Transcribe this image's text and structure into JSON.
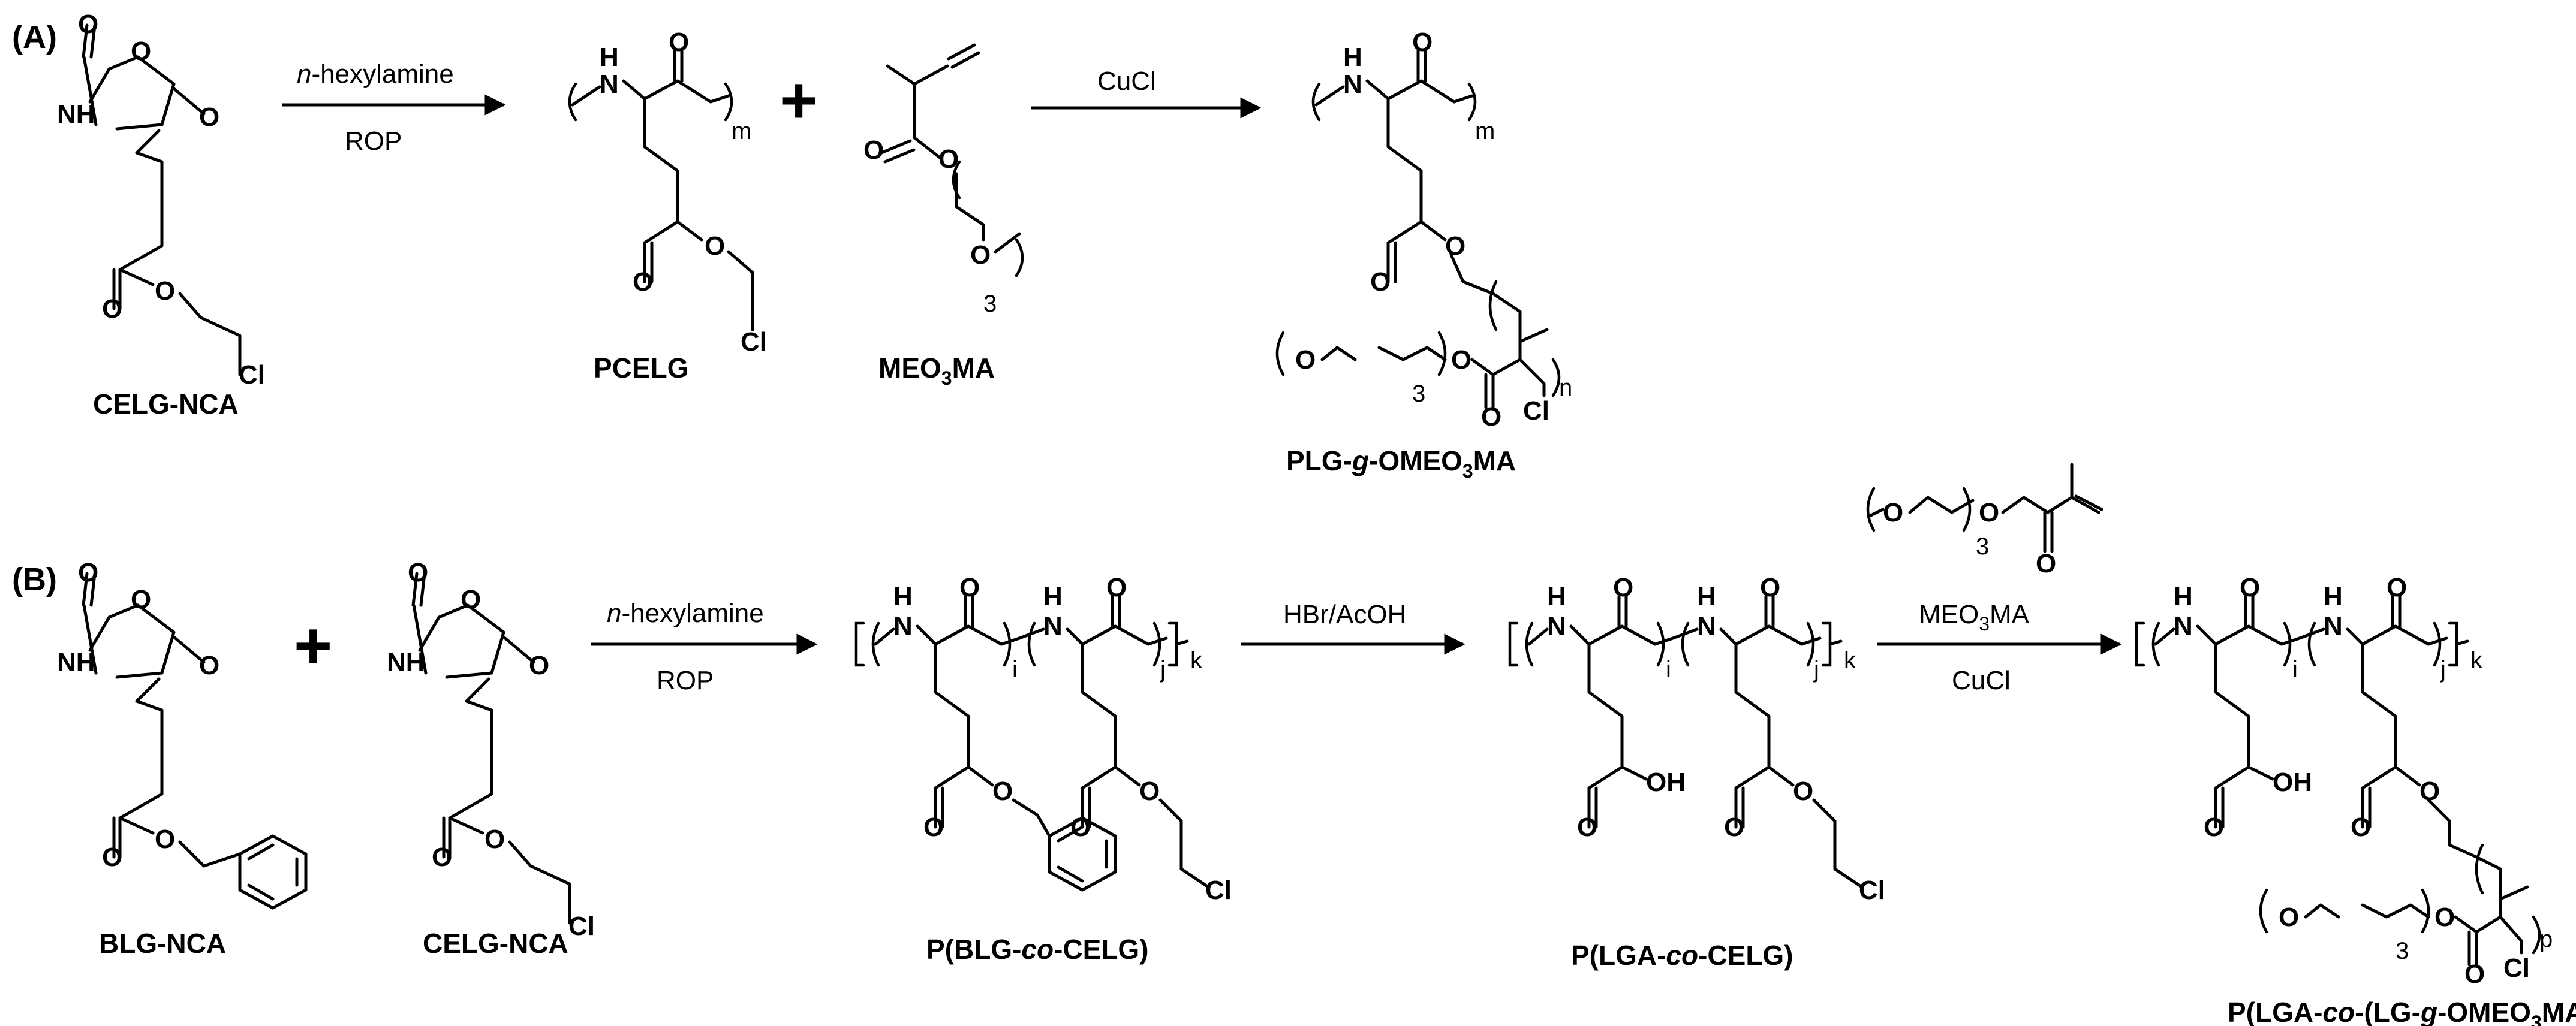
{
  "panels": {
    "a": "(A)",
    "b": "(B)"
  },
  "atoms": {
    "O": "O",
    "NH": "NH",
    "HN": "HN",
    "H": "H",
    "N": "N",
    "Cl": "Cl",
    "OH": "OH"
  },
  "repeat_subscripts": {
    "m": "m",
    "n": "n",
    "i": "i",
    "j": "j",
    "k": "k",
    "p": "p",
    "three": "3"
  },
  "plus_sign": "+",
  "scheme_a": {
    "monomer_label": "CELG-NCA",
    "arrow1": {
      "above_italic": "n",
      "above_rest": "-hexylamine",
      "below": "ROP"
    },
    "polymer_label": "PCELG",
    "comonomer_label": {
      "prefix": "MEO",
      "sub": "3",
      "suffix": "MA"
    },
    "arrow2": {
      "above": "CuCl"
    },
    "product_label": {
      "prefix": "PLG-",
      "italic": "g",
      "mid": "-OMEO",
      "sub": "3",
      "suffix": "MA"
    }
  },
  "scheme_b": {
    "monomer1_label": "BLG-NCA",
    "monomer2_label": "CELG-NCA",
    "arrow1": {
      "above_italic": "n",
      "above_rest": "-hexylamine",
      "below": "ROP"
    },
    "copolymer1_label": {
      "prefix": "P(BLG-",
      "italic": "co",
      "suffix": "-CELG)"
    },
    "arrow2": {
      "above": "HBr/AcOH"
    },
    "copolymer2_label": {
      "prefix": "P(LGA-",
      "italic": "co",
      "suffix": "-CELG)"
    },
    "arrow3": {
      "above_prefix": "MEO",
      "above_sub": "3",
      "above_suffix": "MA",
      "below": "CuCl"
    },
    "product_label": {
      "prefix": "P(LGA-",
      "italic1": "co",
      "mid1": "-(LG-",
      "italic2": "g",
      "mid2": "-OMEO",
      "sub": "3",
      "suffix": "MA))"
    }
  },
  "colors": {
    "ink": "#000000",
    "background": "#ffffff"
  }
}
